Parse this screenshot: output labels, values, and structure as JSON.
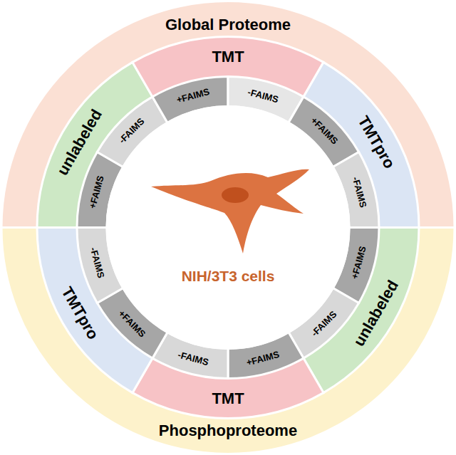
{
  "diagram": {
    "nodes": [
      {
        "text": [
          "Global Proteome"
        ]
      },
      {
        "text": [
          "unlabeled"
        ],
        "in": 0
      },
      {
        "text": [
          "+FAIMS"
        ],
        "in": 1
      },
      {
        "text": [
          "-FAIMS"
        ],
        "in": 1
      },
      {
        "text": [
          "TMT"
        ],
        "in": 0
      },
      {
        "text": [
          "+FAIMS"
        ],
        "in": 4
      },
      {
        "text": [
          "-FAIMS"
        ],
        "in": 4
      },
      {
        "text": [
          "TMTpro"
        ],
        "in": 0
      },
      {
        "text": [
          "+FAIMS"
        ],
        "in": 7
      },
      {
        "text": [
          "-FAIMS"
        ],
        "in": 7
      },
      {
        "text": [
          "Phosphoproteome"
        ]
      },
      {
        "text": [
          "unlabeled"
        ],
        "in": 10
      },
      {
        "text": [
          "+FAIMS"
        ],
        "in": 11
      },
      {
        "text": [
          "-FAIMS"
        ],
        "in": 11
      },
      {
        "text": [
          "TMT"
        ],
        "in": 10
      },
      {
        "text": [
          "+FAIMS"
        ],
        "in": 14
      },
      {
        "text": [
          "-FAIMS"
        ],
        "in": 14
      },
      {
        "text": [
          "TMTpro"
        ],
        "in": 10
      },
      {
        "text": [
          "+FAIMS"
        ],
        "in": 17
      },
      {
        "text": [
          "-FAIMS"
        ],
        "in": 17
      },
      {
        "text": [
          "NIH/3T3 cells"
        ]
      }
    ]
  }
}
